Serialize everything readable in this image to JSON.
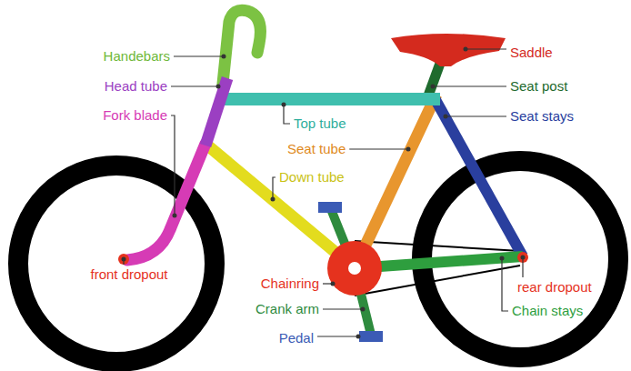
{
  "diagram": {
    "labels": [
      "Handebars",
      "Head tube",
      "Fork blade",
      "front dropout",
      "Top tube",
      "Seat tube",
      "Down tube",
      "Chainring",
      "Crank arm",
      "Pedal",
      "Saddle",
      "Seat post",
      "Seat stays",
      "rear dropout",
      "Chain stays"
    ]
  }
}
